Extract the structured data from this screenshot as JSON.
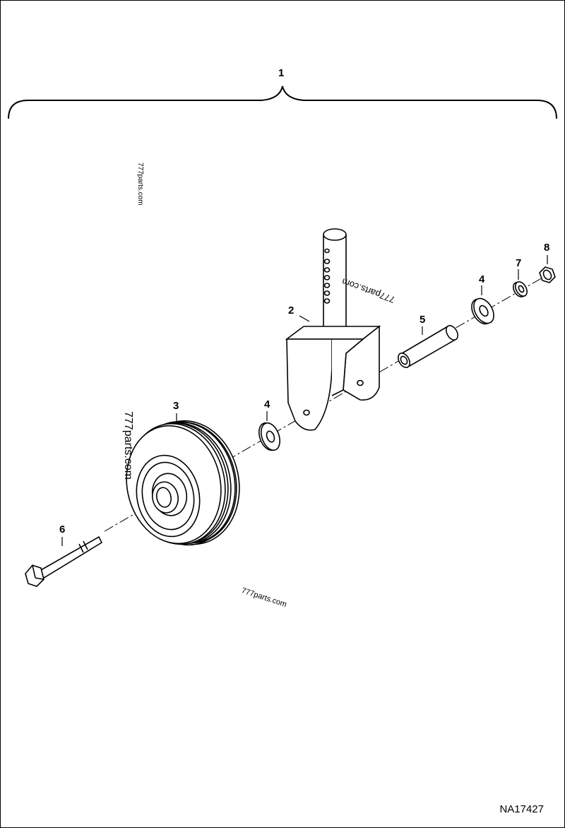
{
  "callouts": {
    "assembly": "1",
    "bracket": "2",
    "wheel": "3",
    "washer_left": "4",
    "washer_right": "4",
    "spacer": "5",
    "bolt": "6",
    "lock_washer": "7",
    "nut": "8"
  },
  "watermarks": [
    "777parts.com",
    "777parts.com",
    "777parts.com",
    "777parts.com"
  ],
  "reference_code": "NA17427"
}
